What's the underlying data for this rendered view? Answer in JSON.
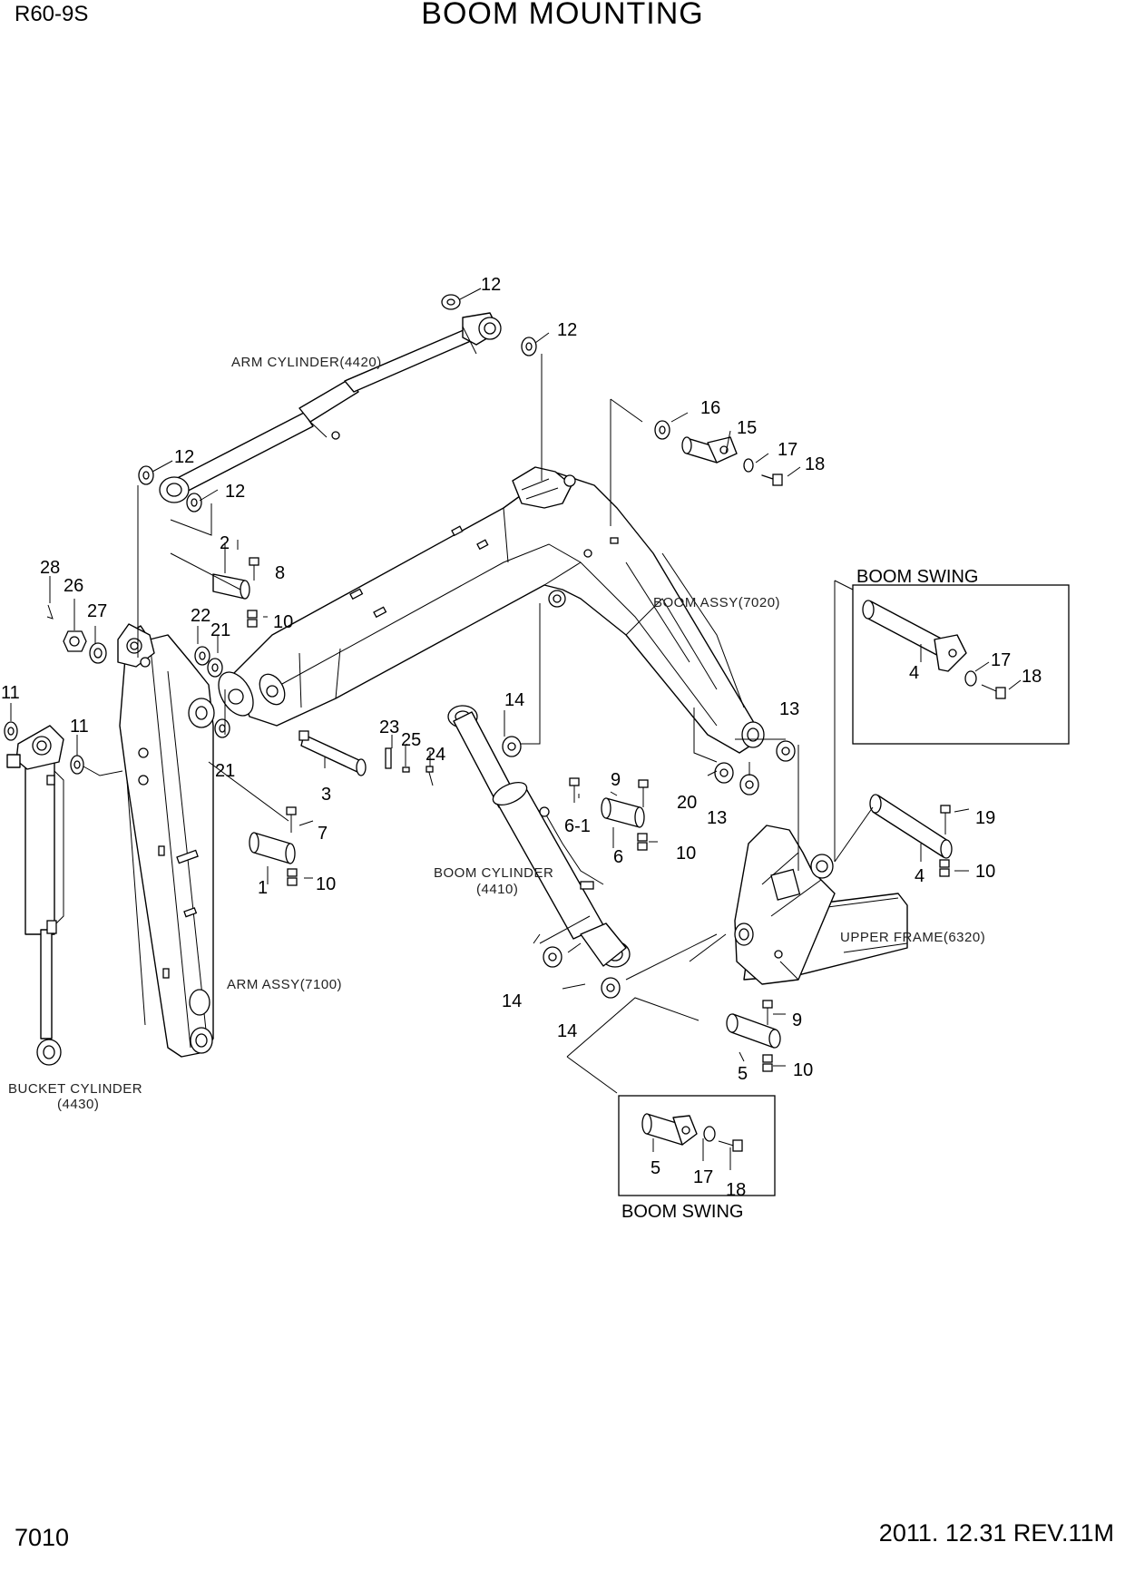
{
  "header": {
    "model": "R60-9S",
    "title": "BOOM MOUNTING"
  },
  "footer": {
    "page_number": "7010",
    "revision": "2011. 12.31 REV.11M"
  },
  "assembly_labels": {
    "arm_cylinder": "ARM CYLINDER(4420)",
    "boom_assy": "BOOM ASSY(7020)",
    "boom_cylinder": "BOOM CYLINDER",
    "boom_cylinder_code": "(4410)",
    "arm_assy": "ARM ASSY(7100)",
    "bucket_cylinder": "BUCKET CYLINDER",
    "bucket_cylinder_code": "(4430)",
    "upper_frame": "UPPER FRAME(6320)"
  },
  "detail_boxes": {
    "boom_swing_upper": "BOOM SWING",
    "boom_swing_lower": "BOOM SWING"
  },
  "callouts": {
    "c12a": "12",
    "c12b": "12",
    "c12c": "12",
    "c12d": "12",
    "c16": "16",
    "c15": "15",
    "c17a": "17",
    "c18a": "18",
    "c2": "2",
    "c8": "8",
    "c10a": "10",
    "c28": "28",
    "c26": "26",
    "c27": "27",
    "c22": "22",
    "c21a": "21",
    "c21b": "21",
    "c11a": "11",
    "c11b": "11",
    "c7": "7",
    "c1": "1",
    "c10b": "10",
    "c3": "3",
    "c23": "23",
    "c25": "25",
    "c24": "24",
    "c14a": "14",
    "c14b": "14",
    "c14c": "14",
    "c9a": "9",
    "c6_1": "6-1",
    "c6": "6",
    "c10c": "10",
    "c20": "20",
    "c13a": "13",
    "c13b": "13",
    "c4a": "4",
    "c17b": "17",
    "c18b": "18",
    "c19": "19",
    "c4b": "4",
    "c10d": "10",
    "c9b": "9",
    "c5a": "5",
    "c10e": "10",
    "c5b": "5",
    "c17c": "17",
    "c18c": "18"
  }
}
